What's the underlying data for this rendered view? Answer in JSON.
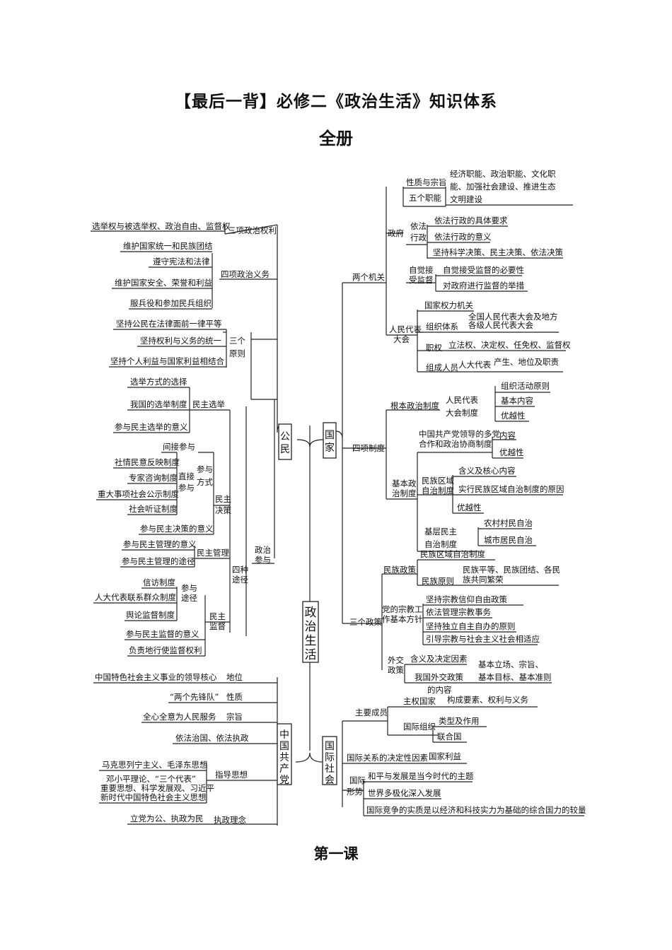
{
  "title": "【最后一背】必修二《政治生活》知识体系",
  "subtitle": "全册",
  "footer": "第一课",
  "center": "政治生活",
  "branches": {
    "citizen": {
      "label": "公民",
      "items": {
        "rights": "三项政治权利",
        "rights_detail": "选举权与被选举权、政治自由、监督权",
        "duties": "四项政治义务",
        "duty1": "维护国家统一和民族团结",
        "duty2": "遵守宪法和法律",
        "duty3": "维护国家安全、荣誉和利益",
        "duty4": "服兵役和参加民兵组织",
        "principles_a": "三个",
        "principles_b": "原则",
        "principle1": "坚持公民在法律面前一律平等",
        "principle2": "坚持权利与义务的统一",
        "principle3": "坚持个人利益与国家利益相结合",
        "participation_a": "政治",
        "participation_b": "参与",
        "four_ways_a": "四种",
        "four_ways_b": "途径",
        "election": "民主选举",
        "election1": "选举方式的选择",
        "election2": "我国的选举制度",
        "election3": "参与民主选举的意义",
        "decision_a": "民主",
        "decision_b": "决策",
        "ways_a": "参与",
        "ways_b": "方式",
        "indirect": "间接参与",
        "direct_a": "直接",
        "direct_b": "参与",
        "direct1": "社情民意反映制度",
        "direct2": "专家咨询制度",
        "direct3": "重大事项社会公示制度",
        "direct4": "社会听证制度",
        "decision_meaning": "参与民主决策的意义",
        "management": "民主管理",
        "management1": "参与民主管理的意义",
        "management2": "参与民主管理的途径",
        "supervision_a": "民主",
        "supervision_b": "监督",
        "sup_ways_a": "参与",
        "sup_ways_b": "途径",
        "sup1": "信访制度",
        "sup2": "人大代表联系群众制度",
        "sup3": "舆论监督制度",
        "sup_meaning": "参与民主监督的意义",
        "sup_duty": "负责地行使监督权利"
      }
    },
    "party": {
      "label": "中国共产党",
      "items": {
        "status": "地位",
        "status_detail": "中国特色社会主义事业的领导核心",
        "nature": "性质",
        "nature_detail": "“两个先锋队”",
        "purpose": "宗旨",
        "purpose_detail": "全心全意为人民服务",
        "governance": "依法治国、依法执政",
        "guide": "指导思想",
        "guide1": "马克思列宁主义、毛泽东思想",
        "guide2_l1": "邓小平理论、“三个代表”",
        "guide2_l2": "重要思想、科学发展观、习近平",
        "guide2_l3": "新时代中国特色社会主义思想",
        "concept": "执政理念",
        "concept_detail": "立党为公、执政为民"
      }
    },
    "state": {
      "label": "国家",
      "items": {
        "two_organs": "两个机关",
        "government": "政府",
        "nature_aim": "性质与宗旨",
        "functions": "五个职能",
        "functions_l1": "经济职能、政治职能、文化职",
        "functions_l2": "能、加强社会建设、推进生态",
        "functions_l3": "文明建设",
        "lawful_a": "依法",
        "lawful_b": "行政",
        "lawful1": "依法行政的具体要求",
        "lawful2": "依法行政的意义",
        "lawful3": "坚持科学决策、民主决策、依法决策",
        "accept_a": "自觉接",
        "accept_b": "受监督",
        "accept1": "自觉接受监督的必要性",
        "accept2": "对政府进行监督的举措",
        "congress_a": "人民代表",
        "congress_b": "大会",
        "power_organ": "国家权力机关",
        "org_system": "组织体系",
        "org_detail_l1": "全国人民代表大会及地方",
        "org_detail_l2": "各级人民代表大会",
        "powers": "职权",
        "powers_detail": "立法权、决定权、任免权、监督权",
        "members": "组成人员",
        "deputies": "人大代表",
        "deputies_detail": "产生、地位及职责",
        "four_systems": "四项制度",
        "fundamental": "根本政治制度",
        "npc_system_a": "人民代表",
        "npc_system_b": "大会制度",
        "npc1": "组织活动原则",
        "npc2": "基本内容",
        "npc3": "优越性",
        "basic_a": "基本政",
        "basic_b": "治制度",
        "cpc_coop_l1": "中国共产党领导的多党",
        "cpc_coop_l2": "合作和政治协商制度",
        "coop1": "内容",
        "coop2": "优越性",
        "regional_a": "民族区域",
        "regional_b": "自治制度",
        "regional1": "含义及核心内容",
        "regional2": "实行民族区域自治制度的原因",
        "regional3": "优越性",
        "grassroots_a": "基层民主",
        "grassroots_b": "自治制度",
        "grass1": "农村村民自治",
        "grass2": "城市居民自治",
        "three_policies": "三个政策",
        "ethnic_policy": "民族政策",
        "ethnic1": "民族区域自治制度",
        "ethnic_principle": "民族原则",
        "ethnic_principle_l1": "民族平等、民族团结、各民",
        "ethnic_principle_l2": "族共同繁荣",
        "religion_a": "党的宗教工",
        "religion_b": "作基本方针",
        "religion1": "坚持宗教信仰自由政策",
        "religion2": "依法管理宗教事务",
        "religion3": "坚持独立自主自办的原则",
        "religion4": "引导宗教与社会主义社会相适应",
        "foreign_a": "外交",
        "foreign_b": "政策",
        "foreign1": "含义及决定因素",
        "foreign2_a": "我国外交政策",
        "foreign2_b": "的内容",
        "foreign_detail_l1": "基本立场、宗旨、",
        "foreign_detail_l2": "基本目标、基本准则"
      }
    },
    "international": {
      "label": "国际社会",
      "items": {
        "members": "主要成员",
        "sovereign": "主权国家",
        "sovereign_detail": "构成要素、权利与义务",
        "intl_org": "国际组织",
        "intl_org1": "类型及作用",
        "intl_org2": "联合国",
        "decisive": "国际关系的决定性因素",
        "decisive_detail": "国家利益",
        "situation_a": "国际",
        "situation_b": "形势",
        "situation1": "和平与发展是当今时代的主题",
        "situation2": "世界多极化深入发展",
        "situation3": "国际竞争的实质是以经济和科技实力为基础的综合国力的较量"
      }
    }
  }
}
